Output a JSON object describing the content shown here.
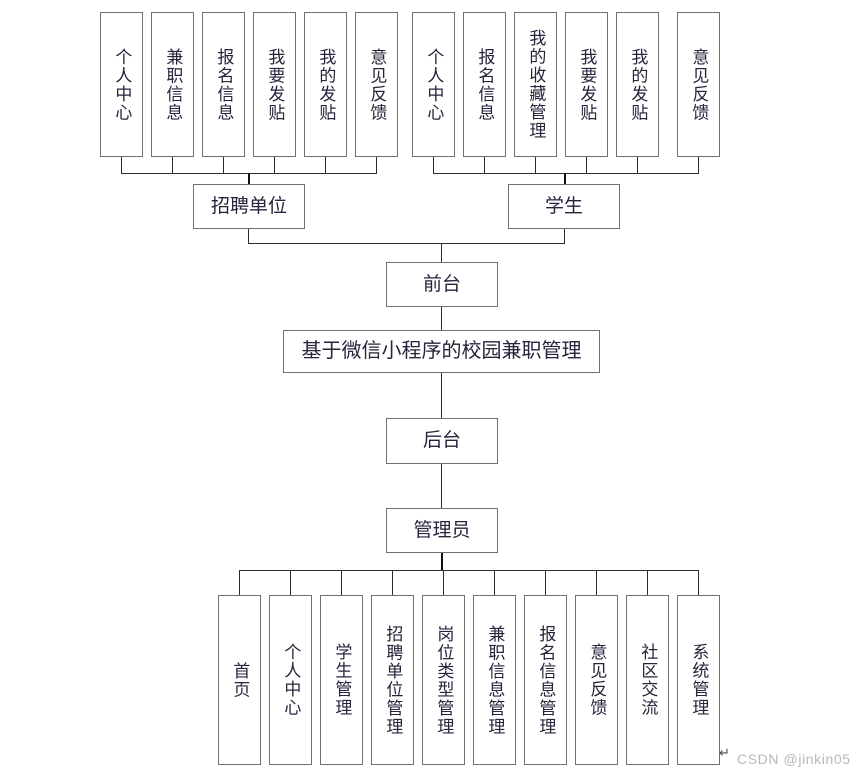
{
  "diagram": {
    "title": "基于微信小程序的校园兼职管理",
    "root_label": "基于微信小程序的校园兼职管理",
    "frontend_label": "前台",
    "backend_label": "后台",
    "admin_label": "管理员",
    "recruiter_label": "招聘单位",
    "student_label": "学生",
    "recruiter_children": [
      {
        "label": "个人中心"
      },
      {
        "label": "兼职信息"
      },
      {
        "label": "报名信息"
      },
      {
        "label": "我要发贴"
      },
      {
        "label": "我的发贴"
      },
      {
        "label": "意见反馈"
      }
    ],
    "student_children": [
      {
        "label": "个人中心"
      },
      {
        "label": "报名信息"
      },
      {
        "label": "我的收藏管理"
      },
      {
        "label": "我要发贴"
      },
      {
        "label": "我的发贴"
      },
      {
        "label": "意见反馈"
      }
    ],
    "admin_children": [
      {
        "label": "首页"
      },
      {
        "label": "个人中心"
      },
      {
        "label": "学生管理"
      },
      {
        "label": "招聘单位管理"
      },
      {
        "label": "岗位类型管理"
      },
      {
        "label": "兼职信息管理"
      },
      {
        "label": "报名信息管理"
      },
      {
        "label": "意见反馈"
      },
      {
        "label": "社区交流"
      },
      {
        "label": "系统管理"
      }
    ]
  },
  "watermark": {
    "text": "CSDN @jinkin05"
  },
  "cursor": {
    "glyph": "↵"
  },
  "colors": {
    "node_border": "#6f6f6f",
    "connector": "#2c2c2c",
    "text": "#25253c",
    "watermark": "#b9b9b9",
    "background": "#ffffff"
  }
}
